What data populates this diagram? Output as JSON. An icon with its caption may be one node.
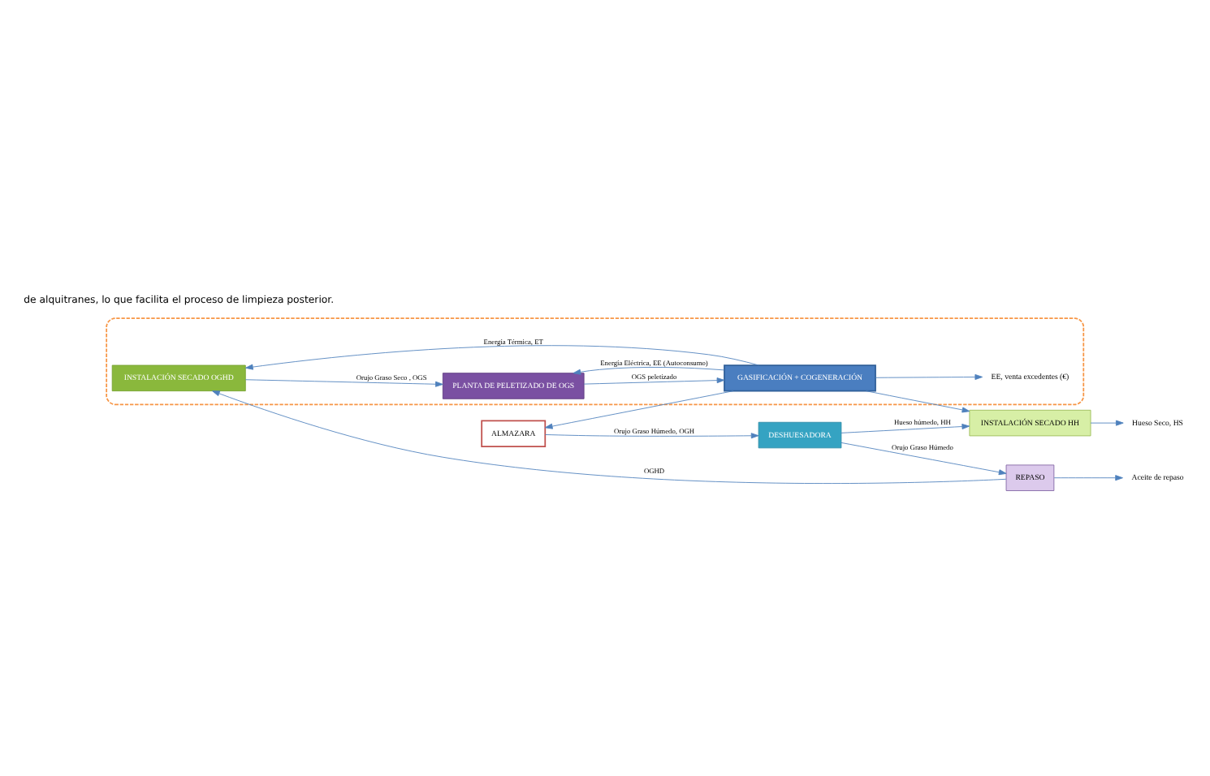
{
  "diagram": {
    "nodes": [
      {
        "text": [
          "ALMAZARA"
        ]
      },
      {
        "text": [
          "DESHUESADORA"
        ]
      },
      {
        "text": [
          "INSTALACIÓN SECADO HH"
        ]
      },
      {
        "text": [
          "Hueso Seco, HS"
        ]
      },
      {
        "text": [
          "REPASO"
        ]
      },
      {
        "text": [
          "Aceite de repaso"
        ]
      },
      {
        "text": [],
        "shape": "box"
      },
      {
        "text": [
          "INSTALACIÓN SECADO OGHD"
        ],
        "in": 6
      },
      {
        "text": [
          "PLANTA DE PELETIZADO DE OGS"
        ],
        "in": 6
      },
      {
        "text": [
          "GASIFICACIÓN + COGENERACIÓN"
        ],
        "in": 6
      },
      {
        "text": [
          "EE, venta excedentes (€)"
        ],
        "in": 6
      }
    ],
    "edges": [
      {
        "from": 0,
        "to": 1,
        "arrow": "to",
        "label": "Orujo Graso Húmedo, OGH"
      },
      {
        "from": 1,
        "to": 2,
        "arrow": "to",
        "label": "Hueso húmedo, HH"
      },
      {
        "from": 2,
        "to": 3,
        "arrow": "to"
      },
      {
        "from": 1,
        "to": 4,
        "arrow": "to",
        "label": "Orujo Graso Húmedo"
      },
      {
        "from": 4,
        "to": 7,
        "arrow": "to",
        "label": "OGHD"
      },
      {
        "from": 4,
        "to": 5,
        "arrow": "to"
      },
      {
        "from": 7,
        "to": 8,
        "arrow": "to",
        "label": "Orujo Graso Seco , OGS"
      },
      {
        "from": 8,
        "to": 9,
        "arrow": "to",
        "label": "OGS peletizado"
      },
      {
        "from": 9,
        "to": 7,
        "arrow": "to",
        "label": "Energía Térmica, ET"
      },
      {
        "from": 9,
        "to": 2,
        "arrow": "to"
      },
      {
        "from": 9,
        "to": 8,
        "arrow": "to",
        "label": "Energía Eléctrica, EE (Autoconsumo)"
      },
      {
        "from": 9,
        "to": 0,
        "arrow": "to"
      },
      {
        "from": 9,
        "to": 10,
        "arrow": "to"
      }
    ],
    "labels": [
      "de alquitranes, lo que facilita el proceso de limpieza posterior."
    ]
  }
}
